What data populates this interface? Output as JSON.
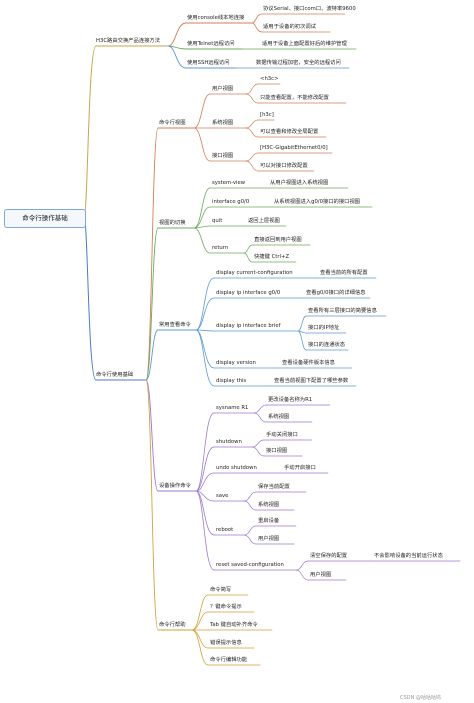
{
  "root": "命令行操作基础",
  "watermark": "CSDN @咕咕咕鸠",
  "links": {
    "title": "H3C路由交换产品连接方法",
    "items": [
      {
        "label": "使用console线本地连接",
        "details": [
          "协议Serial、接口com口、波特率9600",
          "适用于设备的初次调试"
        ]
      },
      {
        "label": "使用Telnet远程访问",
        "details": [
          "适用于设备上面配置好后的维护管理"
        ]
      },
      {
        "label": "使用SSH远程访问",
        "details": [
          "数据传输过程加密，安全的远程访问"
        ]
      }
    ]
  },
  "basics": {
    "title": "命令行使用基础",
    "views": {
      "title": "命令行视图",
      "items": [
        {
          "label": "用户视图",
          "details": [
            "<h3c>",
            "只能查看配置，不能修改配置"
          ]
        },
        {
          "label": "系统视图",
          "details": [
            "[h3c]",
            "可以查看和修改全局配置"
          ]
        },
        {
          "label": "接口视图",
          "details": [
            "[H3C-GigabitEthernet0/0]",
            "可以对接口修改配置"
          ]
        }
      ]
    },
    "switching": {
      "title": "视图的切换",
      "items": [
        {
          "label": "system-view",
          "details": [
            "从用户视图进入系统视图"
          ]
        },
        {
          "label": "interface g0/0",
          "details": [
            "从系统视图进入g0/0接口的接口视图"
          ]
        },
        {
          "label": "quit",
          "details": [
            "返回上层视图"
          ]
        },
        {
          "label": "return",
          "details": [
            "直接返回到用户视图",
            "快捷键 Ctrl+Z"
          ]
        }
      ]
    },
    "display": {
      "title": "常用查看命令",
      "items": [
        {
          "label": "display current-configuration",
          "details": [
            "查看当前的所有配置"
          ]
        },
        {
          "label": "display ip interface g0/0",
          "details": [
            "查看g0/0接口的详细信息"
          ]
        },
        {
          "label": "display ip interface brief",
          "details": [
            "查看所有三层接口的简要信息",
            "接口的IP地址",
            "接口的连通状态"
          ]
        },
        {
          "label": "display version",
          "details": [
            "查看设备硬件版本信息"
          ]
        },
        {
          "label": "display this",
          "details": [
            "查看当前视图下配置了哪些参数"
          ]
        }
      ]
    },
    "operations": {
      "title": "设备操作命令",
      "items": [
        {
          "label": "sysname R1",
          "details": [
            "更改设备名称为R1",
            "系统视图"
          ]
        },
        {
          "label": "shutdown",
          "details": [
            "手动关闭接口",
            "接口视图"
          ]
        },
        {
          "label": "undo shutdown",
          "details": [
            "手动开启接口"
          ]
        },
        {
          "label": "save",
          "details": [
            "保存当前配置",
            "系统视图"
          ]
        },
        {
          "label": "reboot",
          "details": [
            "重启设备",
            "用户视图"
          ]
        },
        {
          "label": "reset saved-configuration",
          "details": [
            "清空保存的配置",
            "用户视图"
          ],
          "note": "不会影响设备的当前运行状态"
        }
      ]
    },
    "help": {
      "title": "命令行帮助",
      "items": [
        "命令简写",
        "？键命令提示",
        "Tab 键自动补齐命令",
        "错误提示信息",
        "命令行编辑功能"
      ]
    }
  }
}
